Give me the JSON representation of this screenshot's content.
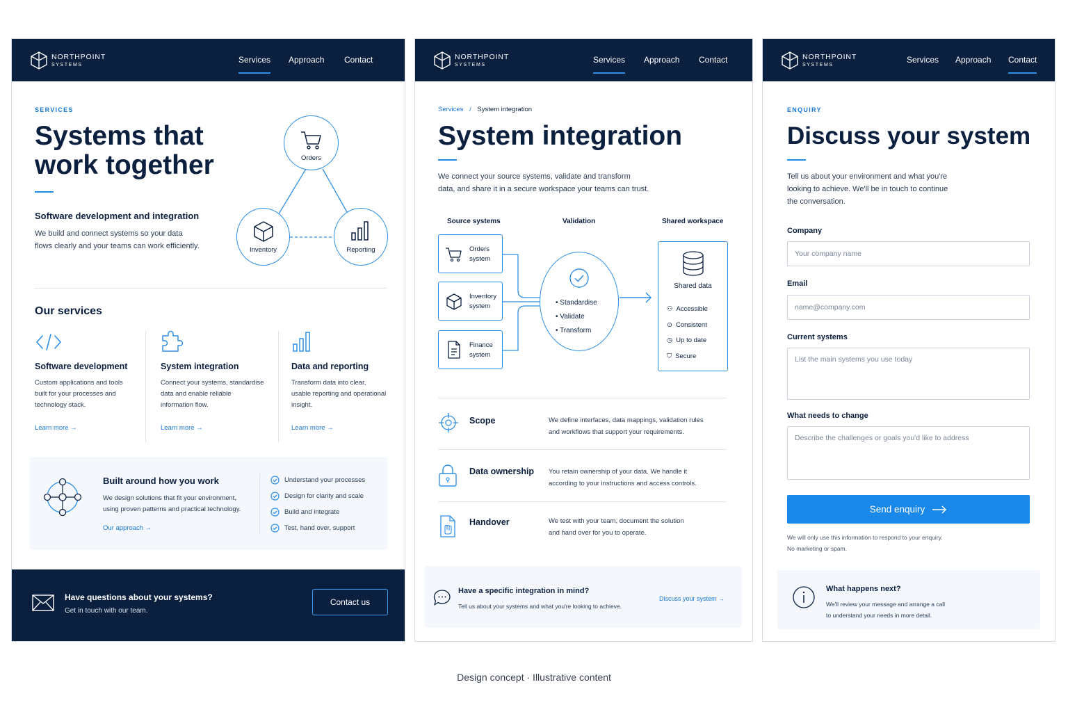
{
  "brand": {
    "name": "NORTHPOINT",
    "sub": "SYSTEMS"
  },
  "nav": {
    "services": "Services",
    "approach": "Approach",
    "contact": "Contact"
  },
  "colors": {
    "navy": "#0b1f3f",
    "accent": "#1a88e8",
    "light_card": "#f4f8fd"
  },
  "home": {
    "eyebrow": "SERVICES",
    "title_line1": "Systems that",
    "title_line2": "work together",
    "subheading": "Software development and integration",
    "intro_line1": "We build and connect systems so your data",
    "intro_line2": "flows clearly and your teams can work efficiently.",
    "diagram": {
      "orders": "Orders",
      "inventory": "Inventory",
      "reporting": "Reporting"
    },
    "services_title": "Our services",
    "services": [
      {
        "icon": "code-icon",
        "title": "Software development",
        "lines": [
          "Custom applications and tools",
          "built for your processes and",
          "technology stack."
        ],
        "link": "Learn more"
      },
      {
        "icon": "puzzle-icon",
        "title": "System integration",
        "lines": [
          "Connect your systems, standardise",
          "data and enable reliable",
          "information flow."
        ],
        "link": "Learn more"
      },
      {
        "icon": "bar-chart-icon",
        "title": "Data and reporting",
        "lines": [
          "Transform data into clear,",
          "usable reporting and operational",
          "insight."
        ],
        "link": "Learn more"
      }
    ],
    "approach_card": {
      "title": "Built around how you work",
      "line1": "We design solutions that fit your environment,",
      "line2": "using proven patterns and practical technology.",
      "link": "Our approach",
      "checks": [
        "Understand your processes",
        "Design for clarity and scale",
        "Build and integrate",
        "Test, hand over, support"
      ]
    },
    "footer": {
      "title": "Have questions about your systems?",
      "sub": "Get in touch with our team.",
      "button": "Contact us"
    }
  },
  "integration": {
    "breadcrumb_root": "Services",
    "breadcrumb_sep": "/",
    "breadcrumb_current": "System integration",
    "title": "System integration",
    "intro_line1": "We connect your source systems, validate and transform",
    "intro_line2": "data, and share it in a secure workspace your teams can trust.",
    "col_source": "Source systems",
    "col_validation": "Validation",
    "col_shared": "Shared workspace",
    "sources": [
      {
        "line1": "Orders",
        "line2": "system"
      },
      {
        "line1": "Inventory",
        "line2": "system"
      },
      {
        "line1": "Finance",
        "line2": "system"
      }
    ],
    "validation_steps": [
      "Standardise",
      "Validate",
      "Transform"
    ],
    "shared_title": "Shared data",
    "shared_items": [
      "Accessible",
      "Consistent",
      "Up to date",
      "Secure"
    ],
    "rows": [
      {
        "title": "Scope",
        "line1": "We define interfaces, data mappings, validation rules",
        "line2": "and workflows that support your requirements."
      },
      {
        "title": "Data ownership",
        "line1": "You retain ownership of your data. We handle it",
        "line2": "according to your instructions and access controls."
      },
      {
        "title": "Handover",
        "line1": "We test with your team, document the solution",
        "line2": "and hand over for you to operate."
      }
    ],
    "cta": {
      "title": "Have a specific integration in mind?",
      "sub": "Tell us about your systems and what you're looking to achieve.",
      "link": "Discuss your system"
    }
  },
  "enquiry": {
    "eyebrow": "ENQUIRY",
    "title": "Discuss your system",
    "intro_line1": "Tell us about your environment and what you're",
    "intro_line2": "looking to achieve. We'll be in touch to continue",
    "intro_line3": "the conversation.",
    "company_label": "Company",
    "company_placeholder": "Your company name",
    "email_label": "Email",
    "email_placeholder": "name@company.com",
    "systems_label": "Current systems",
    "systems_placeholder": "List the main systems you use today",
    "change_label": "What needs to change",
    "change_placeholder": "Describe the challenges or goals you'd like to address",
    "send_button": "Send enquiry",
    "privacy_line1": "We will only use this information to respond to your enquiry.",
    "privacy_line2": "No marketing or spam.",
    "next_title": "What happens next?",
    "next_line1": "We'll review your message and arrange a call",
    "next_line2": "to understand your needs in more detail."
  },
  "caption": "Design concept · Illustrative content"
}
